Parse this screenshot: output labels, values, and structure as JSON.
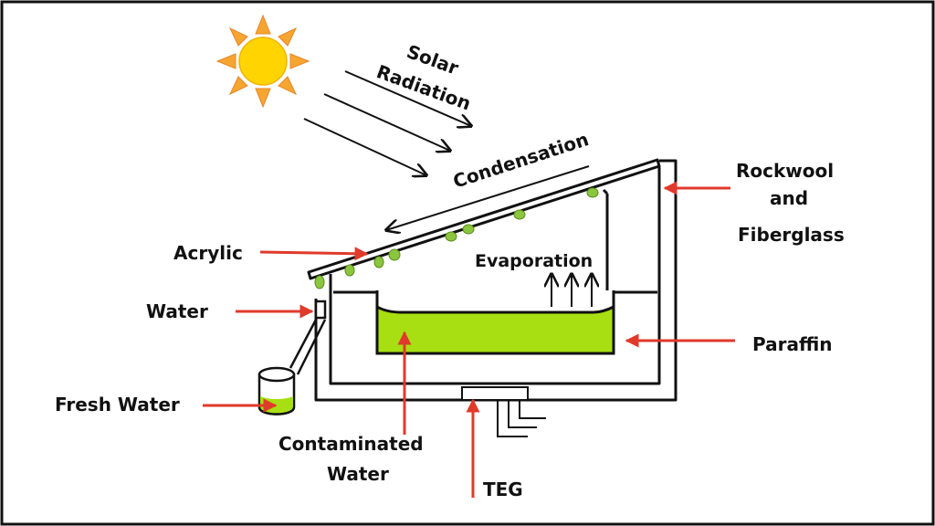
{
  "labels": {
    "solar": "Solar",
    "radiation": "Radiation",
    "condensation": "Condensation",
    "evaporation": "Evaporation",
    "acrylic": "Acrylic",
    "water": "Water",
    "fresh_water": "Fresh Water",
    "contaminated_line1": "Contaminated",
    "contaminated_line2": "Water",
    "rockwool_line1": "Rockwool",
    "rockwool_line2": "and",
    "rockwool_line3": "Fiberglass",
    "paraffin": "Paraffin",
    "teg": "TEG"
  },
  "colors": {
    "water_green": "#a7df12",
    "drop_green": "#8cc63f",
    "pointer_red": "#e03a2b",
    "sun_core": "#ffd400",
    "sun_ray": "#f7a531",
    "line": "#111111"
  },
  "icons": {
    "sun": "sun-icon"
  }
}
